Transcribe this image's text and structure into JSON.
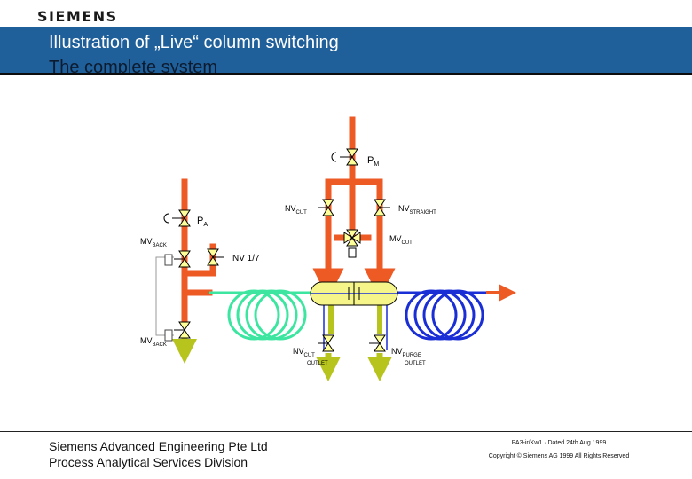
{
  "header": {
    "logo": "SIEMENS",
    "title_line1": "Illustration of „Live“ column switching",
    "title_line2": "The complete system"
  },
  "labels": {
    "pm": {
      "main": "P",
      "sub": "M"
    },
    "pa": {
      "main": "P",
      "sub": "A"
    },
    "mv_back_top": {
      "main": "MV",
      "sub": "BACK"
    },
    "mv_back_bottom": {
      "main": "MV",
      "sub": "BACK"
    },
    "nv_1_7": {
      "main": "NV 1/7"
    },
    "nv_cut_top": {
      "main": "NV",
      "sub": "CUT"
    },
    "nv_straight": {
      "main": "NV",
      "sub": "STRAIGHT"
    },
    "mv_cut": {
      "main": "MV",
      "sub": "CUT"
    },
    "nv_cut_outlet": {
      "main": "NV",
      "sub": "CUT",
      "sub2": "OUTLET"
    },
    "nv_purge_outlet": {
      "main": "NV",
      "sub": "PURGE",
      "sub2": "OUTLET"
    }
  },
  "footer": {
    "company": "Siemens Advanced Engineering Pte Ltd",
    "division": "Process Analytical Services Division",
    "doc_ref": "PA3-ir/Kw1 · Dated 24th Aug 1999",
    "copyright": "Copyright © Siemens AG 1999 All Rights Reserved"
  },
  "colors": {
    "header_bar": "#1f5f9a",
    "carrier_gas": "#ee5a24",
    "column_1": "#3ce6a0",
    "column_2": "#1a2ed6",
    "vent": "#b8c41e",
    "valve_fill": "#ffff99",
    "switch_body": "#f5f58a"
  }
}
